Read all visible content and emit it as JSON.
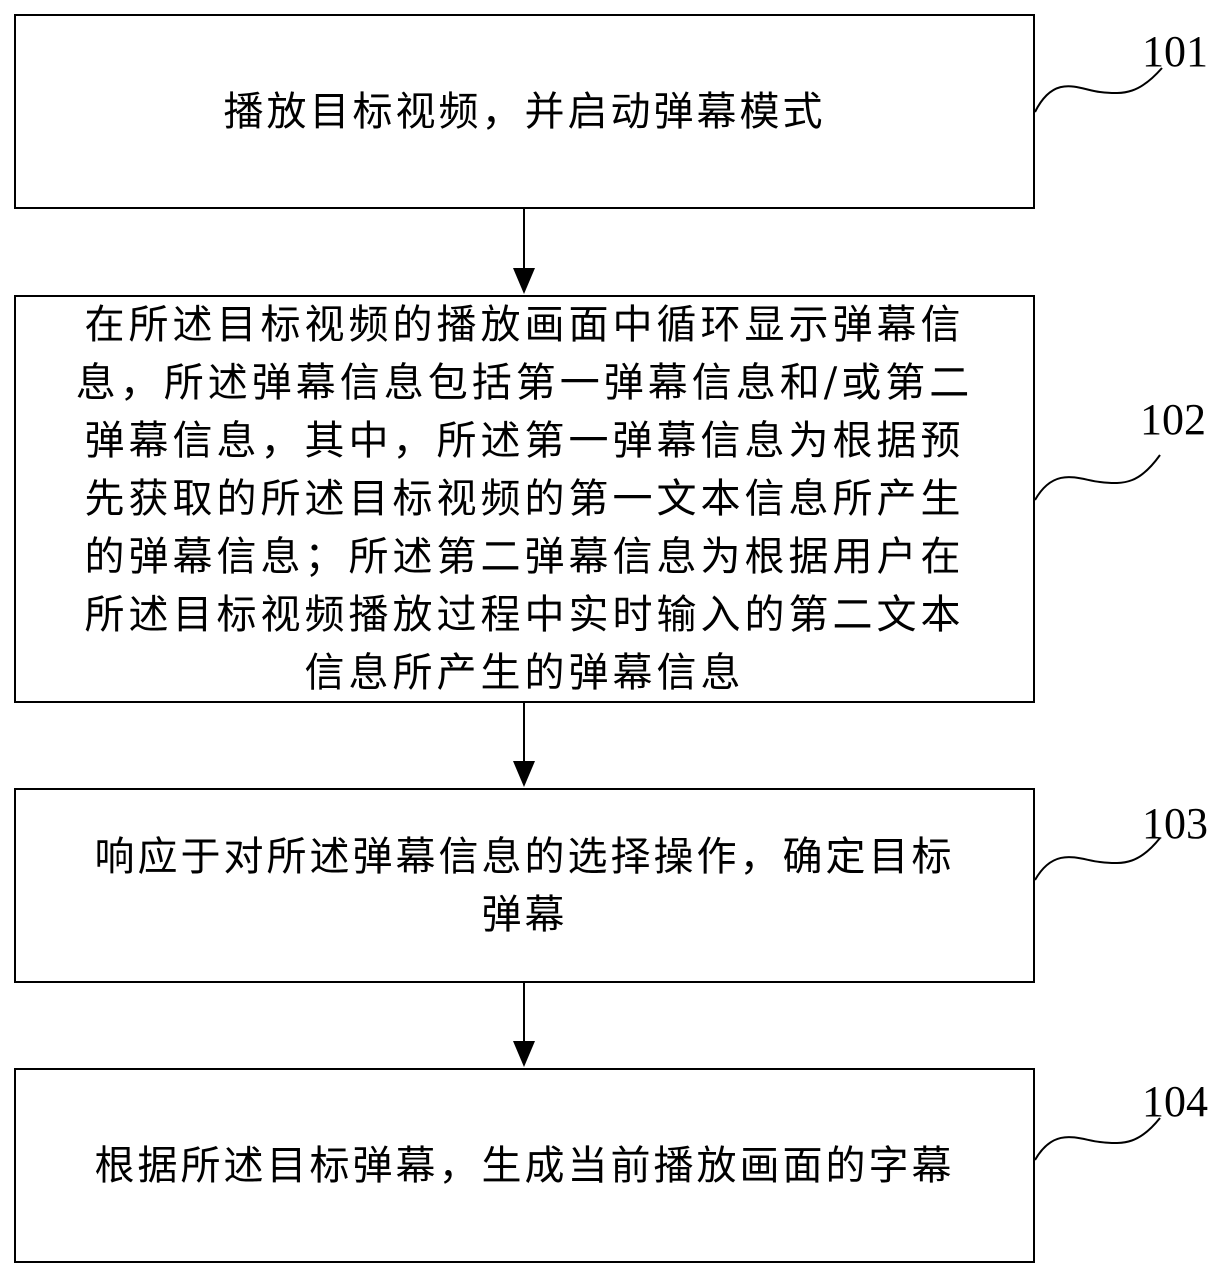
{
  "steps": [
    {
      "id": "101",
      "label": "101",
      "lines": [
        "播放目标视频，并启动弹幕模式"
      ]
    },
    {
      "id": "102",
      "label": "102",
      "lines": [
        "在所述目标视频的播放画面中循环显示弹幕信",
        "息，所述弹幕信息包括第一弹幕信息和/或第二",
        "弹幕信息，其中，所述第一弹幕信息为根据预",
        "先获取的所述目标视频的第一文本信息所产生",
        "的弹幕信息；所述第二弹幕信息为根据用户在",
        "所述目标视频播放过程中实时输入的第二文本",
        "信息所产生的弹幕信息"
      ]
    },
    {
      "id": "103",
      "label": "103",
      "lines": [
        "响应于对所述弹幕信息的选择操作，确定目标",
        "弹幕"
      ]
    },
    {
      "id": "104",
      "label": "104",
      "lines": [
        "根据所述目标弹幕，生成当前播放画面的字幕"
      ]
    }
  ]
}
